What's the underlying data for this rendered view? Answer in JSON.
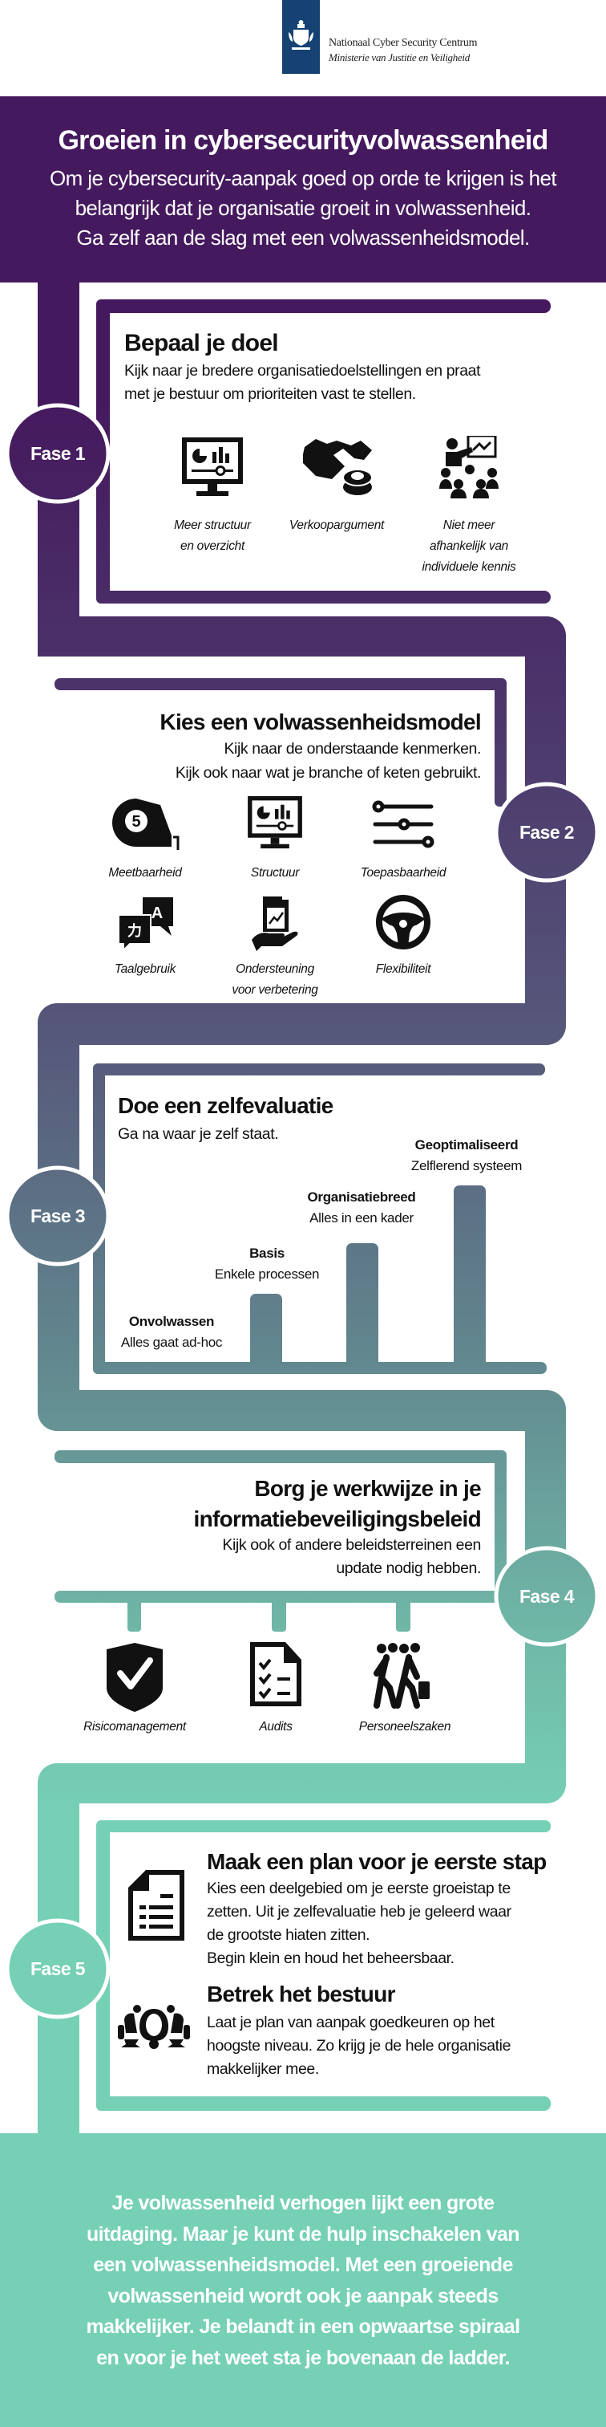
{
  "header": {
    "org_name": "Nationaal Cyber Security Centrum",
    "ministry": "Ministerie van Justitie en Veiligheid",
    "logo_color": "#154273"
  },
  "banner": {
    "title": "Groeien in cybersecurityvolwassenheid",
    "subtitle_lines": [
      "Om je cybersecurity-aanpak goed op orde te krijgen is het",
      "belangrijk dat je organisatie groeit in volwassenheid.",
      "Ga zelf aan de slag met een volwassenheidsmodel."
    ],
    "color": "#45195e"
  },
  "path_colors": [
    "#45195e",
    "#56587a",
    "#62888f",
    "#76d0b5"
  ],
  "phases": [
    {
      "label": "Fase 1",
      "title": "Bepaal je doel",
      "body_lines": [
        "Kijk naar je bredere organisatiedoelstellingen en praat",
        "met je bestuur om prioriteiten vast te stellen."
      ],
      "items": [
        {
          "icon": "monitor-chart-icon",
          "label_lines": [
            "Meer structuur",
            "en overzicht"
          ]
        },
        {
          "icon": "handshake-coins-icon",
          "label_lines": [
            "Verkoopargument"
          ]
        },
        {
          "icon": "presentation-group-icon",
          "label_lines": [
            "Niet meer",
            "afhankelijk van",
            "individuele kennis"
          ]
        }
      ]
    },
    {
      "label": "Fase 2",
      "title": "Kies een volwassenheidsmodel",
      "body_lines": [
        "Kijk naar de onderstaande kenmerken.",
        "Kijk ook naar wat je branche of keten gebruikt."
      ],
      "items": [
        {
          "icon": "tape-measure-icon",
          "label_lines": [
            "Meetbaarheid"
          ]
        },
        {
          "icon": "monitor-chart-icon",
          "label_lines": [
            "Structuur"
          ]
        },
        {
          "icon": "sliders-icon",
          "label_lines": [
            "Toepasbaarheid"
          ]
        },
        {
          "icon": "translate-icon",
          "label_lines": [
            "Taalgebruik"
          ]
        },
        {
          "icon": "hand-document-icon",
          "label_lines": [
            "Ondersteuning",
            "voor verbetering"
          ]
        },
        {
          "icon": "steering-wheel-icon",
          "label_lines": [
            "Flexibiliteit"
          ]
        }
      ]
    },
    {
      "label": "Fase 3",
      "title": "Doe een zelfevaluatie",
      "body_lines": [
        "Ga na waar je zelf staat."
      ],
      "levels": [
        {
          "name": "Onvolwassen",
          "desc": "Alles gaat ad-hoc",
          "step": 0
        },
        {
          "name": "Basis",
          "desc": "Enkele processen",
          "step": 1
        },
        {
          "name": "Organisatiebreed",
          "desc": "Alles in een kader",
          "step": 2
        },
        {
          "name": "Geoptimaliseerd",
          "desc": "Zelflerend systeem",
          "step": 3
        }
      ]
    },
    {
      "label": "Fase 4",
      "title_lines": [
        "Borg je werkwijze in je",
        "informatiebeveiligingsbeleid"
      ],
      "body_lines": [
        "Kijk ook of andere beleidsterreinen een",
        "update nodig hebben."
      ],
      "items": [
        {
          "icon": "shield-check-icon",
          "label_lines": [
            "Risicomanagement"
          ]
        },
        {
          "icon": "checklist-icon",
          "label_lines": [
            "Audits"
          ]
        },
        {
          "icon": "walking-people-icon",
          "label_lines": [
            "Personeelszaken"
          ]
        }
      ]
    },
    {
      "label": "Fase 5",
      "steps": [
        {
          "icon": "document-list-icon",
          "title": "Maak een plan  voor je eerste stap",
          "body_lines": [
            "Kies een deelgebied om je eerste groeistap te",
            "zetten. Uit je zelfevaluatie heb je geleerd waar",
            "de grootste hiaten zitten.",
            "Begin klein en houd het beheersbaar."
          ]
        },
        {
          "icon": "boardroom-icon",
          "title": "Betrek het bestuur",
          "body_lines": [
            "Laat je plan van aanpak goedkeuren op het",
            "hoogste niveau. Zo krijg je de hele organisatie",
            "makkelijker mee."
          ]
        }
      ]
    }
  ],
  "conclusion": {
    "lines": [
      "Je volwassenheid verhogen lijkt een grote",
      "uitdaging. Maar je kunt de hulp inschakelen van",
      "een volwassenheidsmodel. Met een groeiende",
      "volwassenheid wordt ook je aanpak steeds",
      "makkelijker. Je belandt in een opwaartse spiraal",
      "en voor je het weet sta je bovenaan de ladder."
    ],
    "color": "#76d0b5"
  }
}
